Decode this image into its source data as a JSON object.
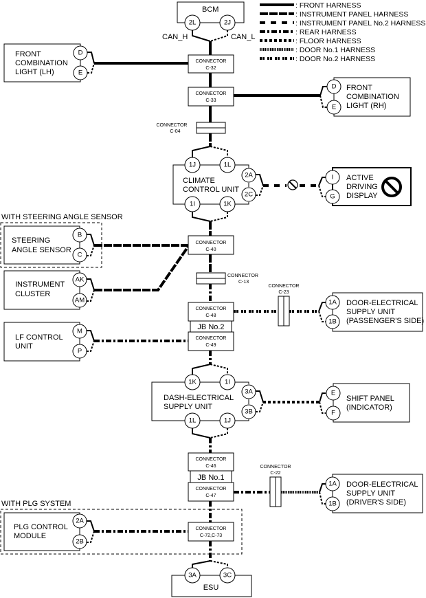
{
  "legend": [
    {
      "style": "front",
      "label": ": FRONT HARNESS"
    },
    {
      "style": "ip",
      "label": ": INSTRUMENT PANEL HARNESS"
    },
    {
      "style": "ip2",
      "label": ": INSTRUMENT PANEL No.2 HARNESS"
    },
    {
      "style": "rear",
      "label": ": REAR HARNESS"
    },
    {
      "style": "floor",
      "label": ": FLOOR HARNESS"
    },
    {
      "style": "door1",
      "label": ": DOOR No.1 HARNESS"
    },
    {
      "style": "door2",
      "label": ": DOOR No.2 HARNESS"
    }
  ],
  "bcm": {
    "label": "BCM",
    "pins": [
      "2L",
      "2J"
    ],
    "can_h": "CAN_H",
    "can_l": "CAN_L"
  },
  "front_light_lh": {
    "lines": [
      "FRONT",
      "COMBINATION",
      "LIGHT (LH)"
    ],
    "pins": [
      "D",
      "E"
    ]
  },
  "front_light_rh": {
    "lines": [
      "FRONT",
      "COMBINATION",
      "LIGHT (RH)"
    ],
    "pins": [
      "D",
      "E"
    ]
  },
  "connectors": {
    "c32": {
      "title": "CONNECTOR",
      "id": "C-32"
    },
    "c33": {
      "title": "CONNECTOR",
      "id": "C-33"
    },
    "c04": {
      "title": "CONNECTOR",
      "id": "C-04"
    },
    "c40": {
      "title": "CONNECTOR",
      "id": "C-40"
    },
    "c13": {
      "title": "CONNECTOR",
      "id": "C-13"
    },
    "c23": {
      "title": "CONNECTOR",
      "id": "C-23"
    },
    "c48": {
      "title": "CONNECTOR",
      "id": "C-48"
    },
    "c49": {
      "title": "CONNECTOR",
      "id": "C-49"
    },
    "c46": {
      "title": "CONNECTOR",
      "id": "C-46"
    },
    "c47": {
      "title": "CONNECTOR",
      "id": "C-47"
    },
    "c22": {
      "title": "CONNECTOR",
      "id": "C-22"
    },
    "c72": {
      "title": "CONNECTOR",
      "id": "C-72,C-73"
    }
  },
  "jb2": "JB No.2",
  "jb1": "JB No.1",
  "climate": {
    "lines": [
      "CLIMATE",
      "CONTROL UNIT"
    ],
    "pins_top": [
      "1J",
      "1L"
    ],
    "pins_bottom": [
      "1I",
      "1K"
    ],
    "pins_side": [
      "2A",
      "2C"
    ]
  },
  "active_display": {
    "lines": [
      "ACTIVE",
      "DRIVING",
      "DISPLAY"
    ],
    "pins": [
      "I",
      "G"
    ],
    "icon": "prohibited-icon"
  },
  "steering_group": "WITH STEERING ANGLE SENSOR",
  "steering": {
    "lines": [
      "STEERING",
      "ANGLE SENSOR"
    ],
    "pins": [
      "B",
      "C"
    ]
  },
  "cluster": {
    "lines": [
      "INSTRUMENT",
      "CLUSTER"
    ],
    "pins": [
      "AK",
      "AM"
    ]
  },
  "door_pass": {
    "lines": [
      "DOOR-ELECTRICAL",
      "SUPPLY UNIT",
      "(PASSENGER'S SIDE)"
    ],
    "pins": [
      "1A",
      "1B"
    ]
  },
  "lf_control": {
    "lines": [
      "LF CONTROL",
      "UNIT"
    ],
    "pins": [
      "M",
      "P"
    ]
  },
  "dash": {
    "lines": [
      "DASH-ELECTRICAL",
      "SUPPLY UNIT"
    ],
    "pins_top": [
      "1K",
      "1I"
    ],
    "pins_bottom": [
      "1L",
      "1J"
    ],
    "pins_side": [
      "3A",
      "3B"
    ]
  },
  "shift": {
    "lines": [
      "SHIFT PANEL",
      "(INDICATOR)"
    ],
    "pins": [
      "E",
      "F"
    ]
  },
  "door_drv": {
    "lines": [
      "DOOR-ELECTRICAL",
      "SUPPLY UNIT",
      "(DRIVER'S SIDE)"
    ],
    "pins": [
      "1A",
      "1B"
    ]
  },
  "plg_group": "WITH PLG SYSTEM",
  "plg": {
    "lines": [
      "PLG CONTROL",
      "MODULE"
    ],
    "pins": [
      "2A",
      "2B"
    ]
  },
  "esu": {
    "label": "ESU",
    "pins": [
      "3A",
      "3C"
    ]
  }
}
